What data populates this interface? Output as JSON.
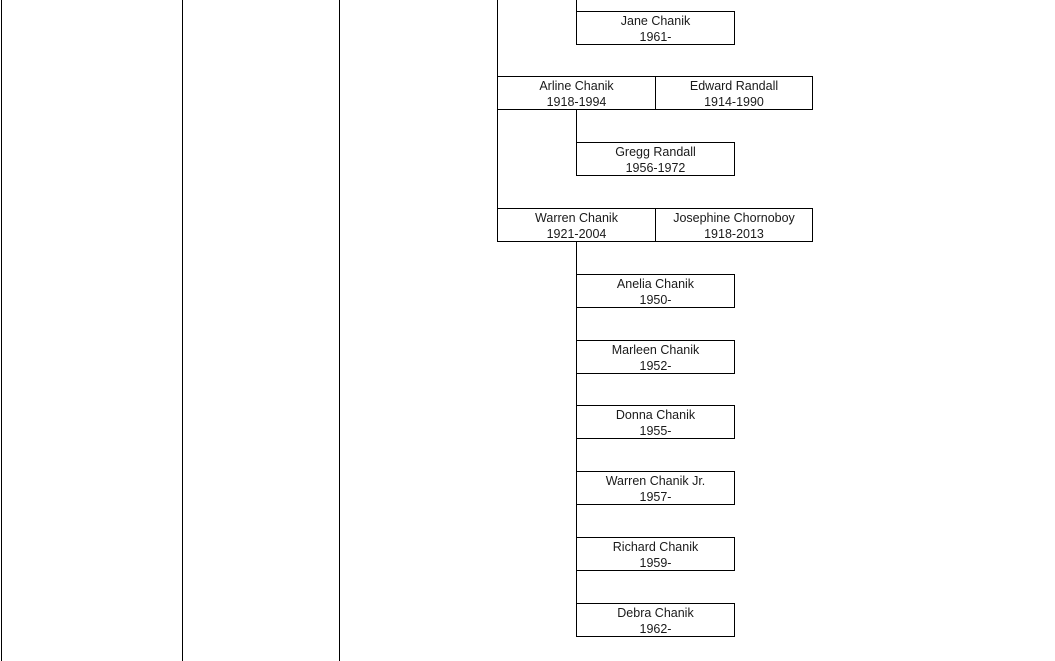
{
  "chart_data": {
    "type": "family-tree",
    "nodes": [
      {
        "name": "Jane Chanik",
        "years": "1961-"
      },
      {
        "name": "Arline Chanik",
        "years": "1918-1994",
        "spouse": {
          "name": "Edward Randall",
          "years": "1914-1990"
        }
      },
      {
        "name": "Gregg Randall",
        "years": "1956-1972"
      },
      {
        "name": "Warren Chanik",
        "years": "1921-2004",
        "spouse": {
          "name": "Josephine Chornoboy",
          "years": "1918-2013"
        }
      },
      {
        "name": "Anelia Chanik",
        "years": "1950-"
      },
      {
        "name": "Marleen Chanik",
        "years": "1952-"
      },
      {
        "name": "Donna Chanik",
        "years": "1955-"
      },
      {
        "name": "Warren Chanik Jr.",
        "years": "1957-"
      },
      {
        "name": "Richard Chanik",
        "years": "1959-"
      },
      {
        "name": "Debra Chanik",
        "years": "1962-"
      }
    ]
  },
  "colors": {
    "line": "#000000",
    "box_fill": "#ffffff",
    "text": "#1a1a1a"
  }
}
